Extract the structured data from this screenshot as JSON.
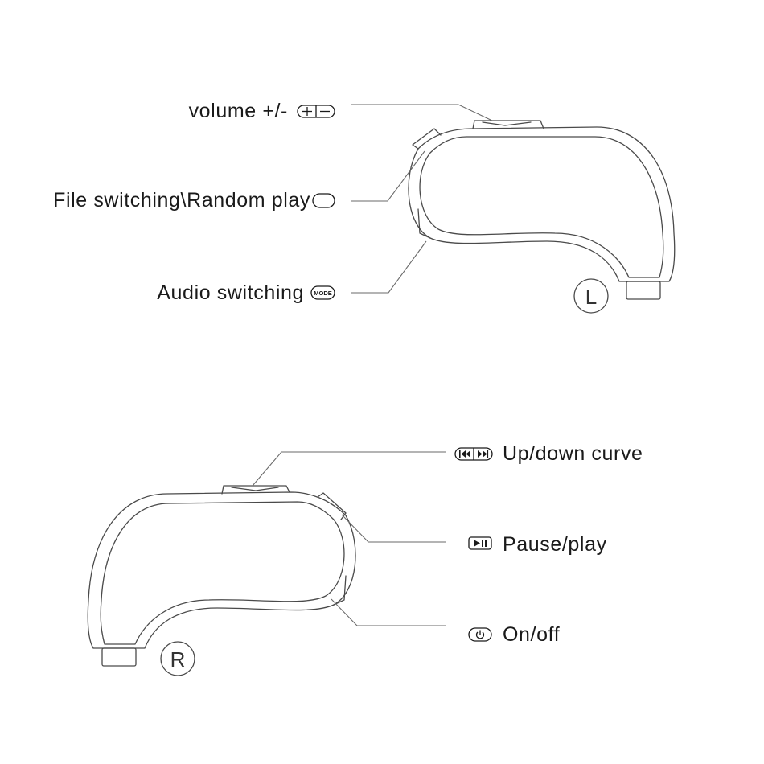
{
  "left_controller": {
    "side_letter": "L",
    "labels": {
      "volume": "volume +/-",
      "file_switching": "File switching\\Random play",
      "audio_switching": "Audio switching"
    },
    "mode_icon_text": "MODE"
  },
  "right_controller": {
    "side_letter": "R",
    "labels": {
      "up_down_curve": "Up/down curve",
      "pause_play": "Pause/play",
      "on_off": "On/off"
    }
  },
  "icons": [
    "volume-plus-minus-icon",
    "oval-button-icon",
    "mode-button-icon",
    "prev-next-icon",
    "play-pause-icon",
    "power-icon"
  ],
  "colors": {
    "outline": "#4a4a4a",
    "text": "#1a1a1a",
    "background": "#ffffff"
  }
}
